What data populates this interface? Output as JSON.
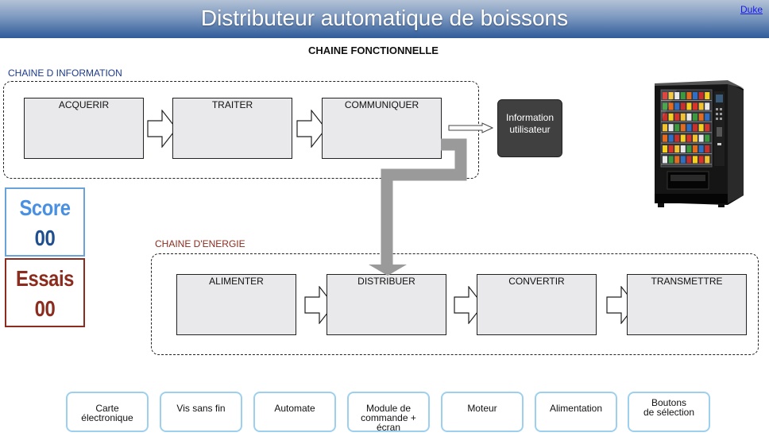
{
  "header": {
    "title": "Distributeur automatique de boissons",
    "link": "Duke"
  },
  "subtitle": "CHAINE FONCTIONNELLE",
  "info_chain": {
    "label": "CHAINE D INFORMATION",
    "blocks": [
      "ACQUERIR",
      "TRAITER",
      "COMMUNIQUER"
    ],
    "output": "Information utilisateur"
  },
  "energy_chain": {
    "label": "CHAINE D'ENERGIE",
    "blocks": [
      "ALIMENTER",
      "DISTRIBUER",
      "CONVERTIR",
      "TRANSMETTRE"
    ]
  },
  "score": {
    "label": "Score",
    "value": "00"
  },
  "essais": {
    "label": "Essais",
    "value": "00"
  },
  "options": [
    "Carte\nélectronique",
    "Vis sans fin",
    "Automate",
    "Module de\ncommande +\nécran",
    "Moteur",
    "Alimentation",
    "Boutons\nde sélection"
  ],
  "colors": {
    "header_top": "#b3c2d6",
    "header_bottom": "#2e5b99",
    "info_label": "#1c3a8c",
    "energy_label": "#8b2c1e",
    "score": "#4a90e2",
    "score_value": "#1f4f8f",
    "score_border": "#6aa3dc",
    "essais": "#8b2c1e",
    "block_fill": "#e9e9ec",
    "option_border": "#9dd0ef",
    "link_arrow": "#9a9a9a"
  }
}
